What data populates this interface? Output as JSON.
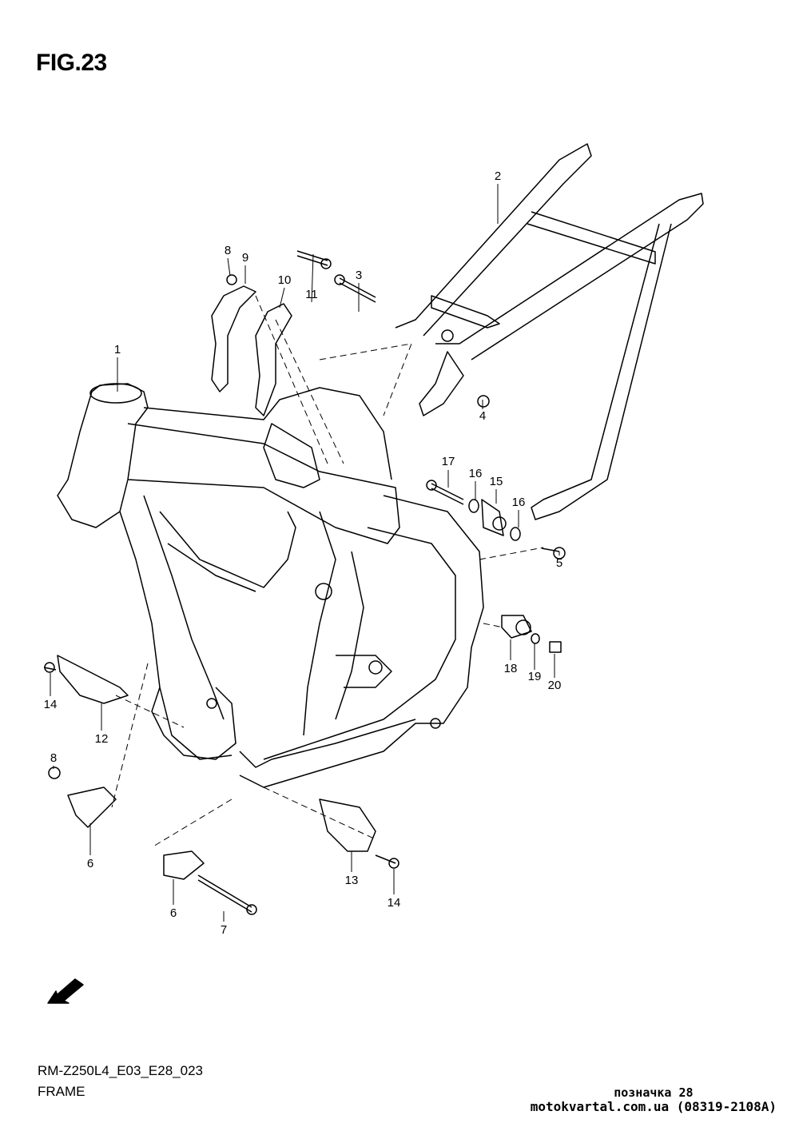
{
  "figure_title": "FIG.23",
  "part_code": "RM-Z250L4_E03_E28_023",
  "part_name": "FRAME",
  "fwd_label": "FWD",
  "watermark": {
    "line1": "познaчкa 28",
    "line2": "motokvartal.com.ua (08319-2108A)"
  },
  "callouts": [
    "8",
    "9",
    "10",
    "11",
    "3",
    "2",
    "1",
    "4",
    "17",
    "16",
    "15",
    "16",
    "5",
    "18",
    "19",
    "20",
    "14",
    "12",
    "8",
    "6",
    "13",
    "14",
    "6",
    "7"
  ]
}
